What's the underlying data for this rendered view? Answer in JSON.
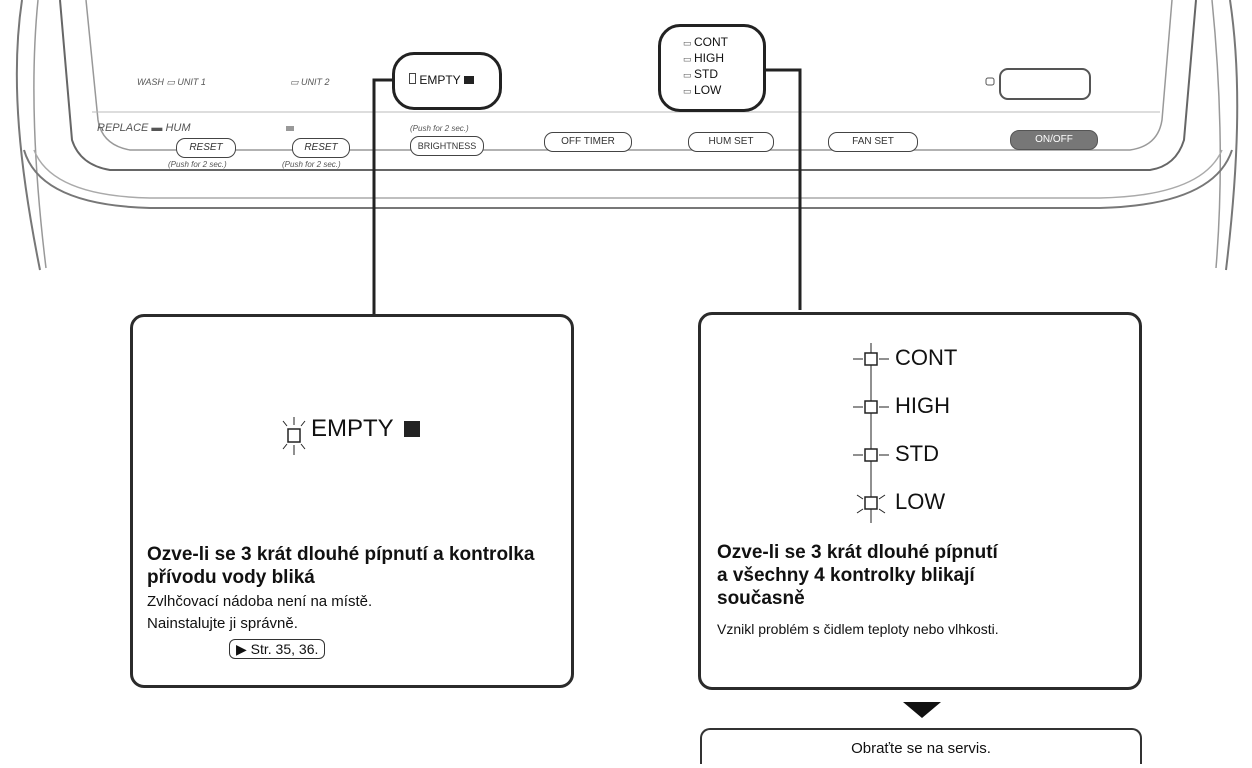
{
  "panel": {
    "wash_unit1": "WASH ▭ UNIT 1",
    "unit2": "▭ UNIT 2",
    "empty_label": "EMPTY",
    "cont": "CONT",
    "high": "HIGH",
    "std": "STD",
    "low": "LOW",
    "replace_hum": "REPLACE ▬ HUM",
    "reset1": "RESET",
    "reset1_note": "(Push for 2 sec.)",
    "reset2": "RESET",
    "reset2_note": "(Push for 2 sec.)",
    "brightness_note": "(Push for 2 sec.)",
    "brightness": "BRIGHTNESS",
    "off_timer": "OFF TIMER",
    "hum_set": "HUM SET",
    "fan_set": "FAN SET",
    "on_off": "ON/OFF"
  },
  "left_callout": {
    "indicator": "EMPTY",
    "heading": "Ozve-li se 3 krát dlouhé pípnutí a kontrolka přívodu vody bliká",
    "line1": "Zvlhčovací nádoba není na místě.",
    "line2": "Nainstalujte ji správně.",
    "ref": "Str.  35, 36."
  },
  "right_callout": {
    "leds": [
      "CONT",
      "HIGH",
      "STD",
      "LOW"
    ],
    "heading_line1": "Ozve-li se 3 krát dlouhé pípnutí",
    "heading_line2": "a všechny 4 kontrolky blikají",
    "heading_line3": "současně",
    "body": "Vznikl problém s čidlem teploty nebo vlhkosti."
  },
  "service": {
    "label": "Obraťte se na servis."
  }
}
